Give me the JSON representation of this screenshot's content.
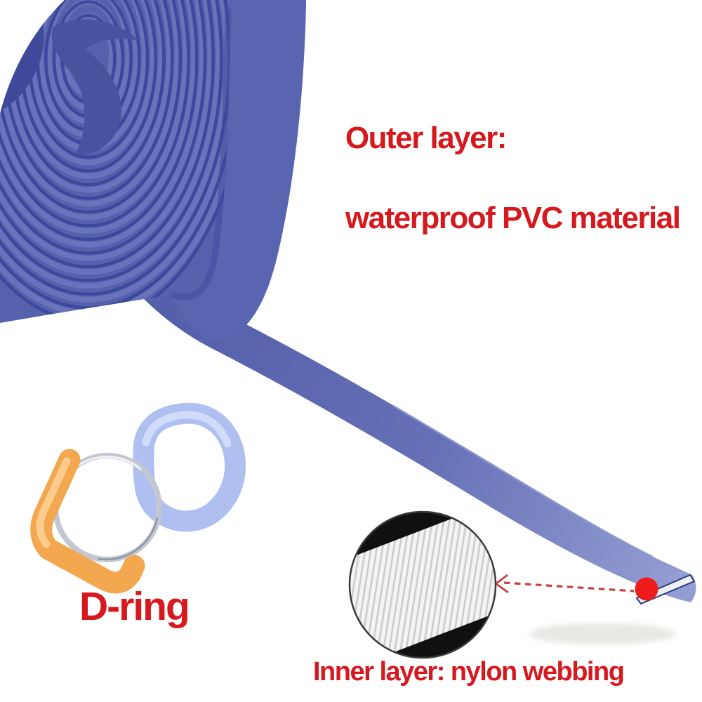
{
  "annotations": {
    "outer_layer": {
      "line1": "Outer layer:",
      "line2": "waterproof PVC material"
    },
    "d_ring": {
      "label": "D-ring"
    },
    "inner_layer": {
      "label": "Inner layer: nylon webbing"
    }
  },
  "colors": {
    "label_red": "#d6191f",
    "dot_red": "#ee1b1b",
    "arrow_red": "#c84040",
    "pvc_blue": "#5661ae",
    "pvc_blue_dark": "#3b479a",
    "pvc_blue_light": "#6b76bd",
    "rim_blue": "#5a65b1",
    "strap_blue_light": "#939dd2",
    "dring_blue": "#afc0f0",
    "dring_blue_light": "#d6e0fa",
    "dring_orange": "#f3a74e",
    "dring_orange_light": "#fbd096",
    "metal_gray": "#c3c7d1",
    "webbing_white": "#f4f4f4",
    "webbing_stripe": "#cbcbcb"
  }
}
